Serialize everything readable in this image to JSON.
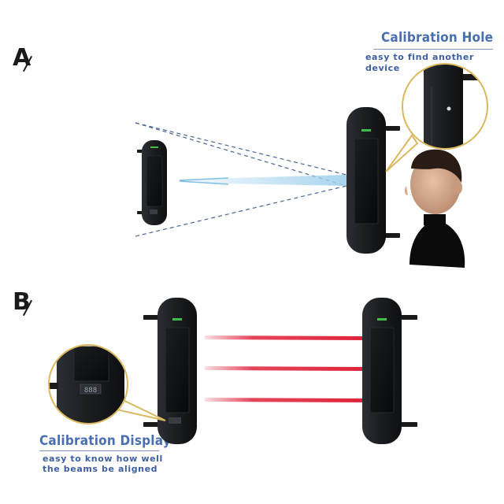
{
  "panel_a": {
    "label": "A"
  },
  "panel_b": {
    "label": "B"
  },
  "calibration_hole": {
    "title": "Calibration Hole",
    "subtitle": "easy to find another device"
  },
  "calibration_display": {
    "title": "Calibration Display",
    "subtitle_line1": "easy to know how well",
    "subtitle_line2": "the beams be aligned",
    "readout": "888"
  },
  "colors": {
    "accent_text": "#4a6fb0",
    "callout_ring": "#d9b860",
    "beam_red": "#e0243c",
    "beam_blue": "#9fd0ec",
    "device_body": "#1c1e21"
  }
}
